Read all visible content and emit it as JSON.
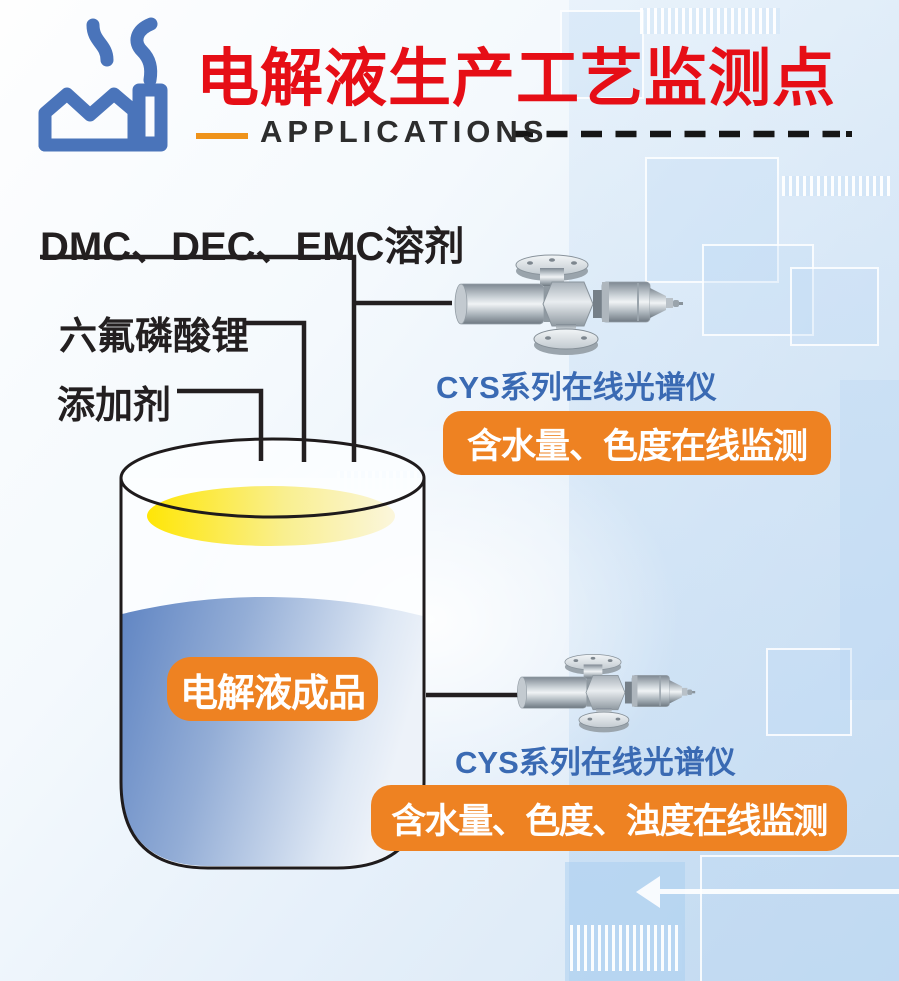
{
  "header": {
    "title": "电解液生产工艺监测点",
    "subtitle": "APPLICATIONS"
  },
  "materials": {
    "solvent": "DMC、DEC、EMC溶剂",
    "lithium_salt": "六氟磷酸锂",
    "additive": "添加剂"
  },
  "tank": {
    "product_label": "电解液成品"
  },
  "monitor_points": [
    {
      "instrument": "CYS系列在线光谱仪",
      "metrics": "含水量、色度在线监测"
    },
    {
      "instrument": "CYS系列在线光谱仪",
      "metrics": "含水量、色度、浊度在线监测"
    }
  ],
  "icons": {
    "factory": "factory-with-smoke",
    "instrument_image": "inline-spectrometer-probe"
  },
  "colors": {
    "title_red": "#e60e16",
    "accent_orange": "#ef931b",
    "badge_orange": "#ee8222",
    "caption_blue": "#3a6ab3",
    "icon_blue": "#4a74ba",
    "liquid_yellow": "#ffe606",
    "liquid_blue": "#6085c3",
    "line_black": "#231f20"
  }
}
